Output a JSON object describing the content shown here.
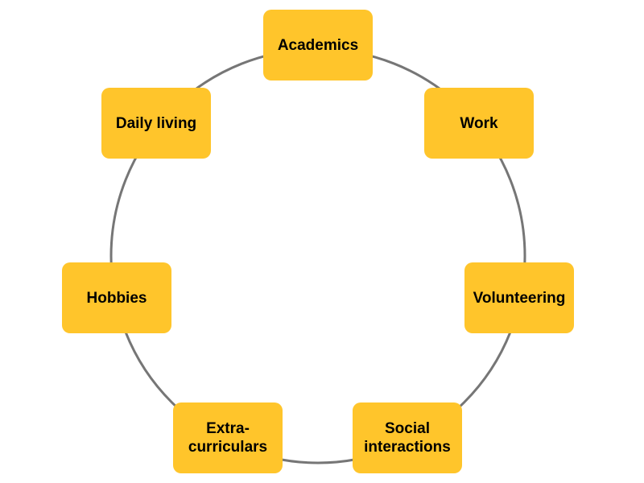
{
  "colors": {
    "node_fill": "#FFC52B",
    "ring_stroke": "#767676",
    "text": "#000000"
  },
  "nodes": [
    {
      "id": "academics",
      "label": "Academics"
    },
    {
      "id": "work",
      "label": "Work"
    },
    {
      "id": "volunteering",
      "label": "Volunteering"
    },
    {
      "id": "social",
      "label": "Social\ninteractions"
    },
    {
      "id": "extra",
      "label": "Extra-\ncurriculars"
    },
    {
      "id": "hobbies",
      "label": "Hobbies"
    },
    {
      "id": "daily",
      "label": "Daily living"
    }
  ]
}
